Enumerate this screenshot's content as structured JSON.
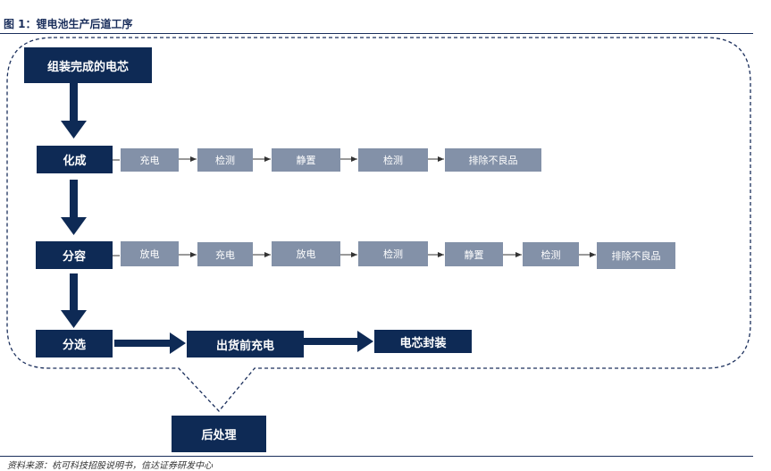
{
  "figure": {
    "title": "图 1：锂电池生产后道工序",
    "source": "资料来源：杭可科技招股说明书，信达证券研发中心"
  },
  "colors": {
    "dark": "#0e2a55",
    "light": "#8391a8",
    "dash": "#1b2f5c"
  },
  "nodes": {
    "start": "组装完成的电芯",
    "formation": "化成",
    "grading": "分容",
    "sorting": "分选",
    "shipping_charge": "出货前充电",
    "cell_package": "电芯封装",
    "post_process": "后处理"
  },
  "formation_steps": [
    "充电",
    "检测",
    "静置",
    "检测",
    "排除不良品"
  ],
  "grading_steps": [
    "放电",
    "充电",
    "放电",
    "检测",
    "静置",
    "检测",
    "排除不良品"
  ]
}
